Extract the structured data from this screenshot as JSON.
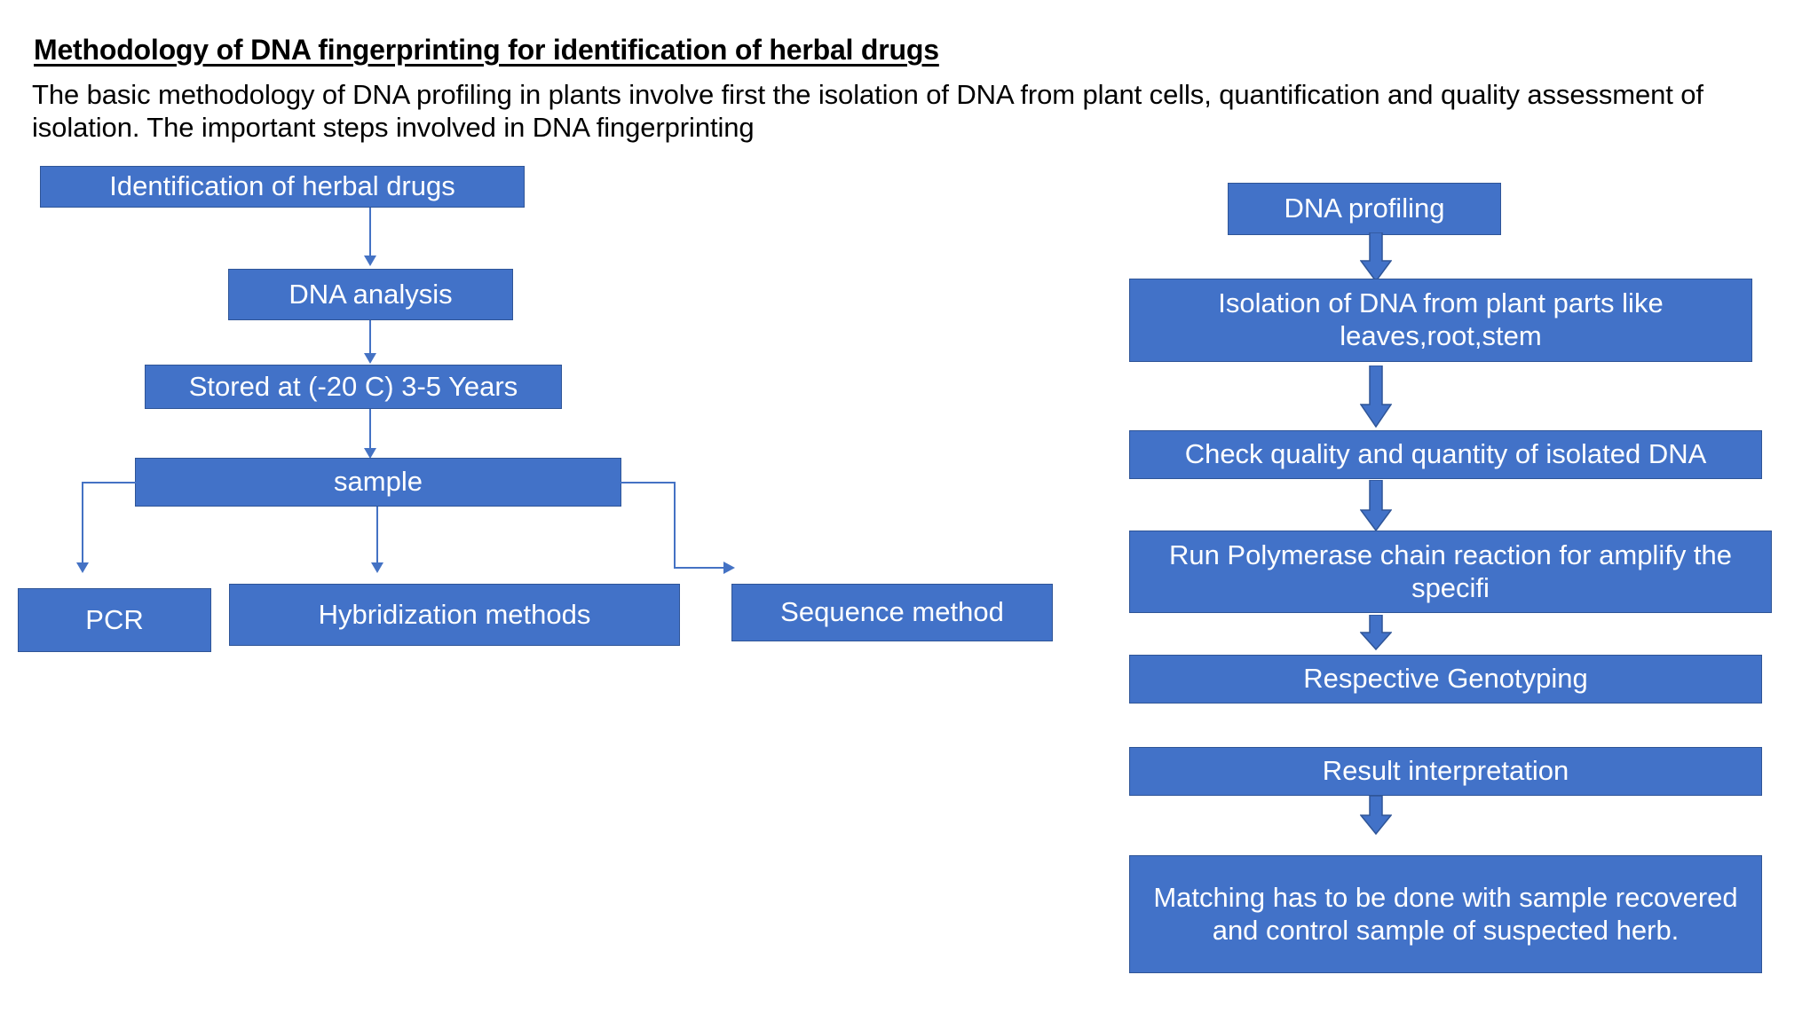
{
  "header": {
    "title": "Methodology of DNA fingerprinting for identification of herbal drugs",
    "body": "The basic methodology of DNA profiling in plants involve first the isolation of DNA from plant cells, quantification and quality assessment of isolation. The important steps involved in DNA fingerprinting"
  },
  "colors": {
    "box_fill": "#4272C8",
    "box_border": "#2F5597",
    "connector": "#4472C4",
    "box_text": "#FFFFFF",
    "page_background": "#FFFFFF",
    "text": "#000000"
  },
  "left_flow": {
    "nodes": [
      {
        "id": "identification",
        "label": "Identification of herbal drugs"
      },
      {
        "id": "dna-analysis",
        "label": "DNA analysis"
      },
      {
        "id": "stored",
        "label": "Stored at (-20 C) 3-5 Years"
      },
      {
        "id": "sample",
        "label": "sample"
      },
      {
        "id": "pcr",
        "label": "PCR"
      },
      {
        "id": "hybridization",
        "label": "Hybridization methods"
      },
      {
        "id": "sequence",
        "label": "Sequence method"
      }
    ]
  },
  "right_flow": {
    "nodes": [
      {
        "id": "dna-profiling",
        "label": "DNA profiling"
      },
      {
        "id": "isolation",
        "label": "Isolation of DNA from plant parts like leaves,root,stem"
      },
      {
        "id": "check-quality",
        "label": "Check quality and quantity of isolated DNA"
      },
      {
        "id": "run-pcr",
        "label": "Run Polymerase chain reaction for amplify the specifi"
      },
      {
        "id": "genotyping",
        "label": "Respective Genotyping"
      },
      {
        "id": "result",
        "label": "Result interpretation"
      },
      {
        "id": "matching",
        "label": "Matching has to be done with sample recovered and control sample of suspected herb."
      }
    ]
  }
}
